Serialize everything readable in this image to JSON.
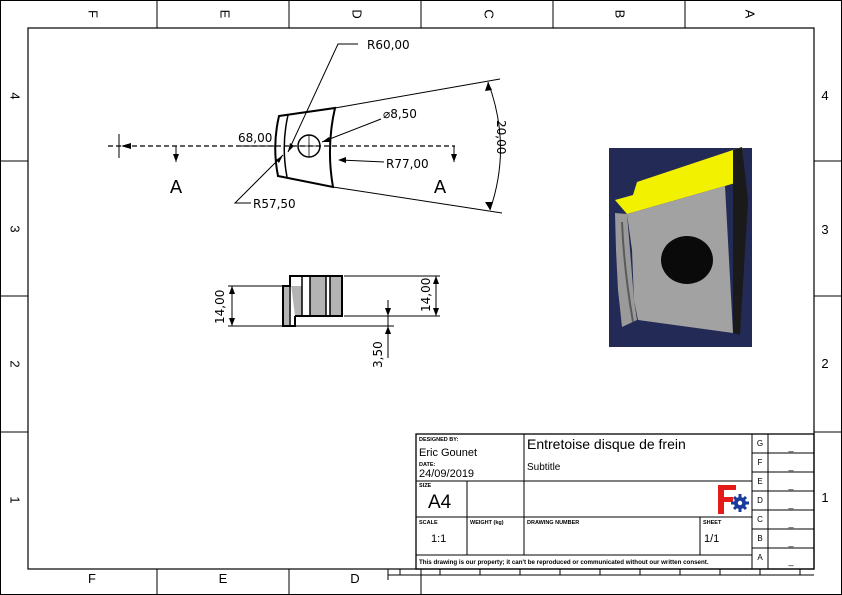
{
  "zones": {
    "columns_top": [
      "F",
      "E",
      "D",
      "C",
      "B",
      "A"
    ],
    "columns_bottom": [
      "F",
      "E",
      "D"
    ],
    "rows": [
      "4",
      "3",
      "2",
      "1"
    ]
  },
  "dimensions": {
    "r_outer": "R60,00",
    "hole": "⌀8,50",
    "distance": "68,00",
    "r_mid": "R77,00",
    "r_inner": "R57,50",
    "height_angle": "20,00",
    "thickness_left": "14,00",
    "thickness_right": "14,00",
    "step": "3,50"
  },
  "section": {
    "left": "A",
    "right": "A"
  },
  "title_block": {
    "designed_by_label": "DESIGNED BY:",
    "designed_by": "Eric Gounet",
    "date_label": "DATE:",
    "date": "24/09/2019",
    "size_label": "SIZE",
    "size": "A4",
    "title": "Entretoise disque de frein",
    "subtitle": "Subtitle",
    "scale_label": "SCALE",
    "scale": "1:1",
    "weight_label": "WEIGHT (kg)",
    "drawing_number_label": "DRAWING NUMBER",
    "sheet_label": "SHEET",
    "sheet": "1/1",
    "notice": "This drawing is our property; it can't be reproduced or communicated without our written consent.",
    "revisions": [
      {
        "letter": "G",
        "value": "_"
      },
      {
        "letter": "F",
        "value": "_"
      },
      {
        "letter": "E",
        "value": "_"
      },
      {
        "letter": "D",
        "value": "_"
      },
      {
        "letter": "C",
        "value": "_"
      },
      {
        "letter": "B",
        "value": "_"
      },
      {
        "letter": "A",
        "value": "_"
      }
    ]
  },
  "colors": {
    "logo_red": "#e41b1b",
    "logo_blue": "#1a3a9c",
    "render_bg": "#232a55",
    "render_top": "#f2f200",
    "render_face": "#a0a0a0"
  }
}
